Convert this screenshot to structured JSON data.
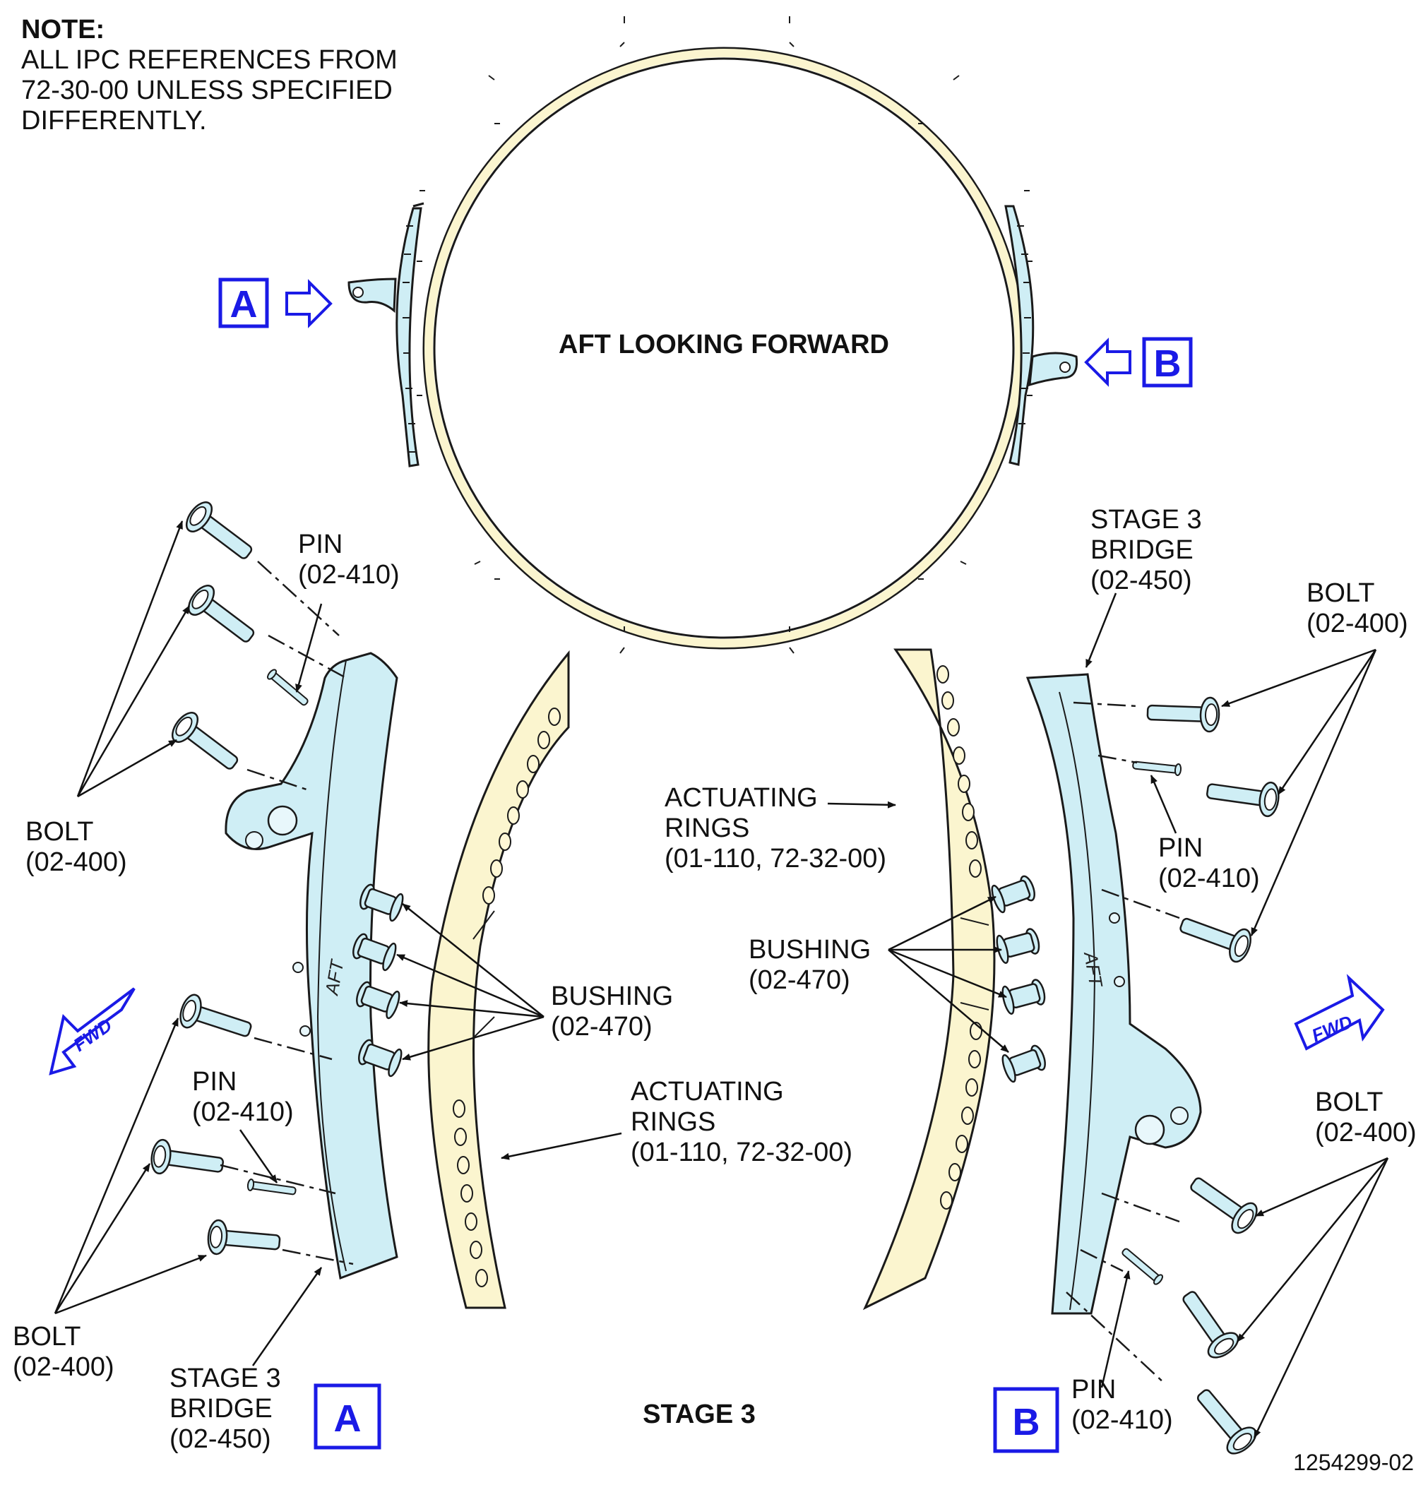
{
  "note": {
    "title": "NOTE:",
    "lines": [
      "ALL IPC REFERENCES FROM",
      "72-30-00 UNLESS SPECIFIED",
      "DIFFERENTLY."
    ]
  },
  "top_view": {
    "title": "AFT LOOKING FORWARD"
  },
  "callouts": {
    "a": "A",
    "b": "B"
  },
  "fwd_label": "FWD",
  "aft_marking": "AFT",
  "labels": {
    "pin": [
      "PIN",
      "(02-410)"
    ],
    "bolt": [
      "BOLT",
      "(02-400)"
    ],
    "bushing": [
      "BUSHING",
      "(02-470)"
    ],
    "actuating_rings": [
      "ACTUATING",
      "RINGS",
      "(01-110, 72-32-00)"
    ],
    "bridge": [
      "STAGE 3",
      "BRIDGE",
      "(02-450)"
    ]
  },
  "stage_title": "STAGE 3",
  "figure_number": "1254299-02",
  "colors": {
    "callout": "#1a1ae6",
    "bridge_fill": "#cfeef5",
    "ring_fill": "#fbf5cf"
  }
}
